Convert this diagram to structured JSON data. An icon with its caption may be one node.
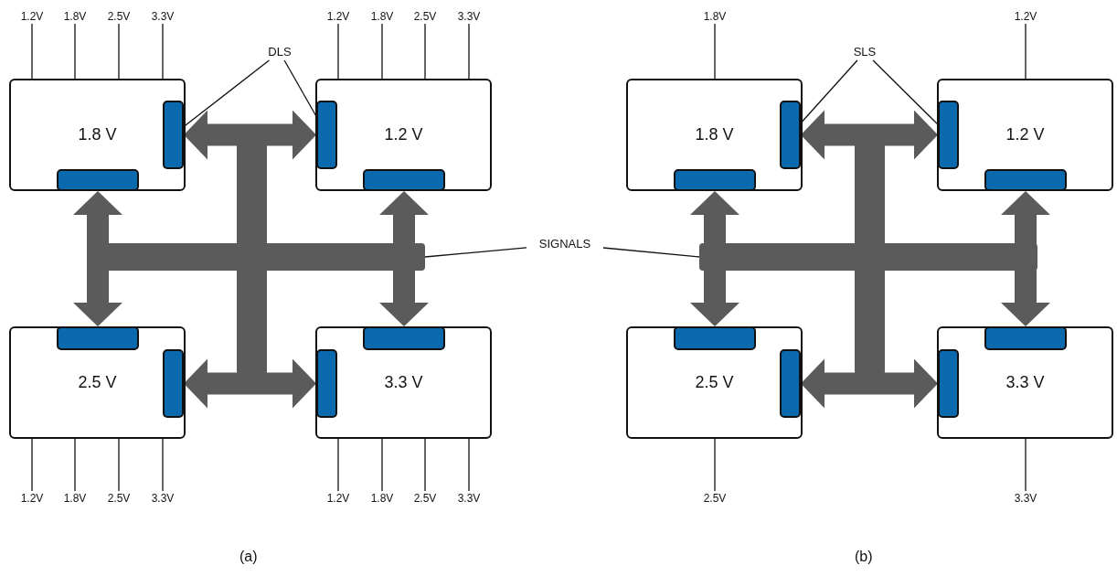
{
  "diagram": {
    "nodes": [
      {
        "text": [
          "1.8 V"
        ]
      },
      {
        "text": [],
        "shape": "bar",
        "in": 0
      },
      {
        "text": [],
        "shape": "bar",
        "in": 0
      },
      {
        "text": [
          "1.2 V"
        ]
      },
      {
        "text": [],
        "shape": "bar",
        "in": 3
      },
      {
        "text": [],
        "shape": "bar",
        "in": 3
      },
      {
        "text": [
          "2.5 V"
        ]
      },
      {
        "text": [],
        "shape": "bar",
        "in": 6
      },
      {
        "text": [],
        "shape": "bar",
        "in": 6
      },
      {
        "text": [
          "3.3 V"
        ]
      },
      {
        "text": [],
        "shape": "bar",
        "in": 9
      },
      {
        "text": [],
        "shape": "bar",
        "in": 9
      },
      {
        "text": [
          "DLS"
        ]
      },
      {
        "text": [
          "1.2V"
        ]
      },
      {
        "text": [
          "1.8V"
        ]
      },
      {
        "text": [
          "2.5V"
        ]
      },
      {
        "text": [
          "3.3V"
        ]
      },
      {
        "text": [
          "1.2V"
        ]
      },
      {
        "text": [
          "1.8V"
        ]
      },
      {
        "text": [
          "2.5V"
        ]
      },
      {
        "text": [
          "3.3V"
        ]
      },
      {
        "text": [
          "1.2V"
        ]
      },
      {
        "text": [
          "1.8V"
        ]
      },
      {
        "text": [
          "2.5V"
        ]
      },
      {
        "text": [
          "3.3V"
        ]
      },
      {
        "text": [
          "1.2V"
        ]
      },
      {
        "text": [
          "1.8V"
        ]
      },
      {
        "text": [
          "2.5V"
        ]
      },
      {
        "text": [
          "3.3V"
        ]
      },
      {
        "text": [
          "1.8 V"
        ]
      },
      {
        "text": [],
        "shape": "bar",
        "in": 29
      },
      {
        "text": [],
        "shape": "bar",
        "in": 29
      },
      {
        "text": [
          "1.2 V"
        ]
      },
      {
        "text": [],
        "shape": "bar",
        "in": 32
      },
      {
        "text": [],
        "shape": "bar",
        "in": 32
      },
      {
        "text": [
          "2.5 V"
        ]
      },
      {
        "text": [],
        "shape": "bar",
        "in": 35
      },
      {
        "text": [],
        "shape": "bar",
        "in": 35
      },
      {
        "text": [
          "3.3 V"
        ]
      },
      {
        "text": [],
        "shape": "bar",
        "in": 38
      },
      {
        "text": [],
        "shape": "bar",
        "in": 38
      },
      {
        "text": [
          "SLS"
        ]
      },
      {
        "text": [
          "1.8V"
        ]
      },
      {
        "text": [
          "1.2V"
        ]
      },
      {
        "text": [
          "2.5V"
        ]
      },
      {
        "text": [
          "3.3V"
        ]
      },
      {
        "text": [
          "SIGNALS"
        ]
      }
    ],
    "edges": [
      {
        "from": 1,
        "to": 4,
        "arrow": "both",
        "style": "thick",
        "color": "#5b5b5b"
      },
      {
        "from": 8,
        "to": 11,
        "arrow": "both",
        "style": "thick",
        "color": "#5b5b5b"
      },
      {
        "from": 2,
        "to": 7,
        "arrow": "both",
        "style": "thick",
        "color": "#5b5b5b"
      },
      {
        "from": 5,
        "to": 10,
        "arrow": "both",
        "style": "thick",
        "color": "#5b5b5b"
      },
      {
        "from": 12,
        "to": 1,
        "arrow": "none"
      },
      {
        "from": 12,
        "to": 4,
        "arrow": "none"
      },
      {
        "from": 13,
        "to": 0,
        "arrow": "none"
      },
      {
        "from": 14,
        "to": 0,
        "arrow": "none"
      },
      {
        "from": 15,
        "to": 0,
        "arrow": "none"
      },
      {
        "from": 16,
        "to": 0,
        "arrow": "none"
      },
      {
        "from": 17,
        "to": 3,
        "arrow": "none"
      },
      {
        "from": 18,
        "to": 3,
        "arrow": "none"
      },
      {
        "from": 19,
        "to": 3,
        "arrow": "none"
      },
      {
        "from": 20,
        "to": 3,
        "arrow": "none"
      },
      {
        "from": 21,
        "to": 6,
        "arrow": "none"
      },
      {
        "from": 22,
        "to": 6,
        "arrow": "none"
      },
      {
        "from": 23,
        "to": 6,
        "arrow": "none"
      },
      {
        "from": 24,
        "to": 6,
        "arrow": "none"
      },
      {
        "from": 25,
        "to": 9,
        "arrow": "none"
      },
      {
        "from": 26,
        "to": 9,
        "arrow": "none"
      },
      {
        "from": 27,
        "to": 9,
        "arrow": "none"
      },
      {
        "from": 28,
        "to": 9,
        "arrow": "none"
      },
      {
        "from": 30,
        "to": 33,
        "arrow": "both",
        "style": "thick",
        "color": "#5b5b5b"
      },
      {
        "from": 37,
        "to": 40,
        "arrow": "both",
        "style": "thick",
        "color": "#5b5b5b"
      },
      {
        "from": 31,
        "to": 36,
        "arrow": "both",
        "style": "thick",
        "color": "#5b5b5b"
      },
      {
        "from": 34,
        "to": 39,
        "arrow": "both",
        "style": "thick",
        "color": "#5b5b5b"
      },
      {
        "from": 41,
        "to": 30,
        "arrow": "none"
      },
      {
        "from": 41,
        "to": 33,
        "arrow": "none"
      },
      {
        "from": 42,
        "to": 29,
        "arrow": "none"
      },
      {
        "from": 43,
        "to": 32,
        "arrow": "none"
      },
      {
        "from": 44,
        "to": 35,
        "arrow": "none"
      },
      {
        "from": 45,
        "to": 38,
        "arrow": "none"
      },
      {
        "from": 46,
        "to": null,
        "arrow": "none"
      },
      {
        "from": 46,
        "to": null,
        "arrow": "none"
      }
    ],
    "labels": [
      "(a)",
      "(b)"
    ]
  }
}
